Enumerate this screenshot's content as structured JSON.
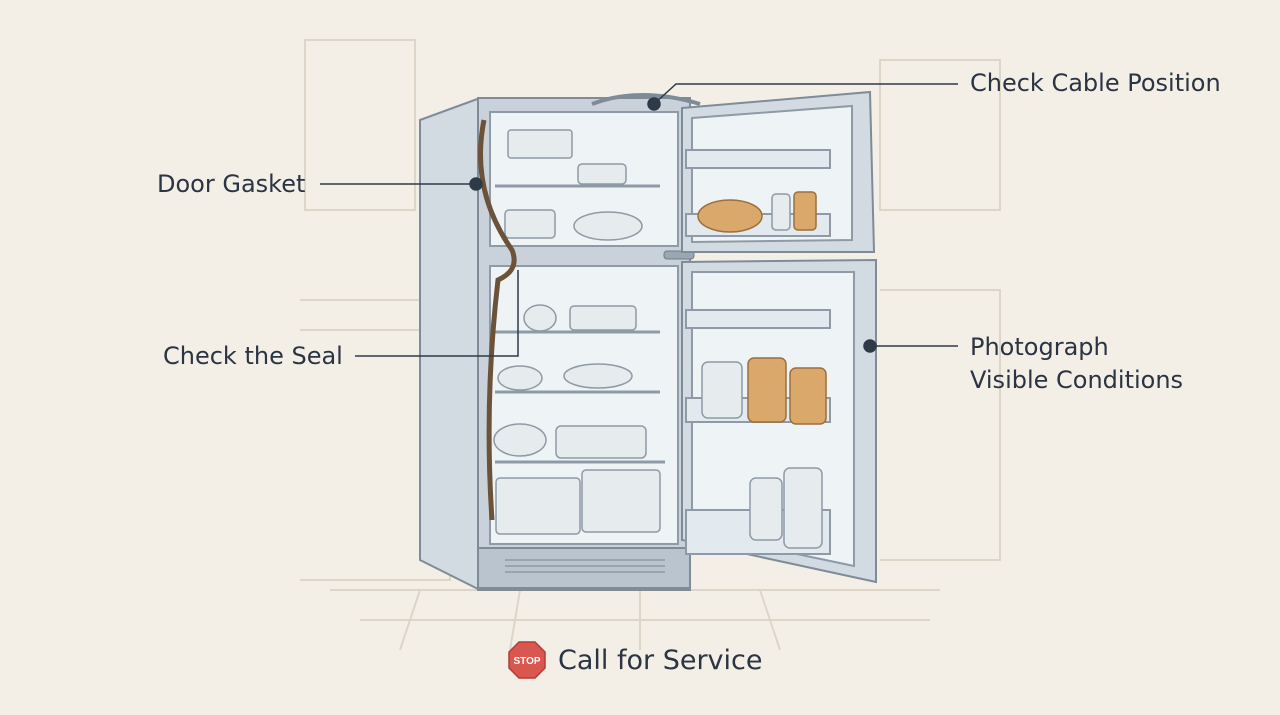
{
  "callouts": {
    "cable": "Check Cable Position",
    "gasket": "Door Gasket",
    "seal": "Check the Seal",
    "photo_line1": "Photograph",
    "photo_line2": "Visible Conditions"
  },
  "stop_sign_text": "STOP",
  "service_label": "Call for Service",
  "colors": {
    "background": "#f3efe6",
    "label_text": "#2b3442",
    "fridge_body": "#d3dbe2",
    "stop_red": "#d9574e"
  }
}
